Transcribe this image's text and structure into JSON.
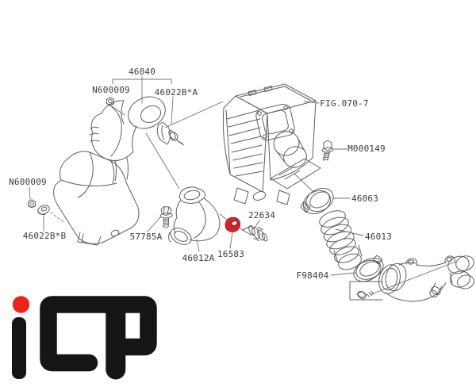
{
  "diagram": {
    "highlighted_part": "16583",
    "labels": {
      "duct_assembly": "46040",
      "nut_upper": "N600009",
      "duct_bolt": "46022B*A",
      "figure_ref": "FIG.070-7",
      "cleaner_bolt": "M000149",
      "nut_left": "N600009",
      "washer_left": "46022B*B",
      "snorkel_bolt": "57785A",
      "snorkel": "46012A",
      "grommet": "16583",
      "sensor": "22634",
      "clamp_upper": "46063",
      "hose": "46013",
      "clamp_lower": "F98404"
    },
    "colors": {
      "line": "#5f5f66",
      "label_text": "#3b3b44",
      "highlight_red": "#d6212a"
    }
  },
  "logo": {
    "brand": "ICP",
    "dot_color": "#ea241e",
    "letter_color": "#151515"
  }
}
